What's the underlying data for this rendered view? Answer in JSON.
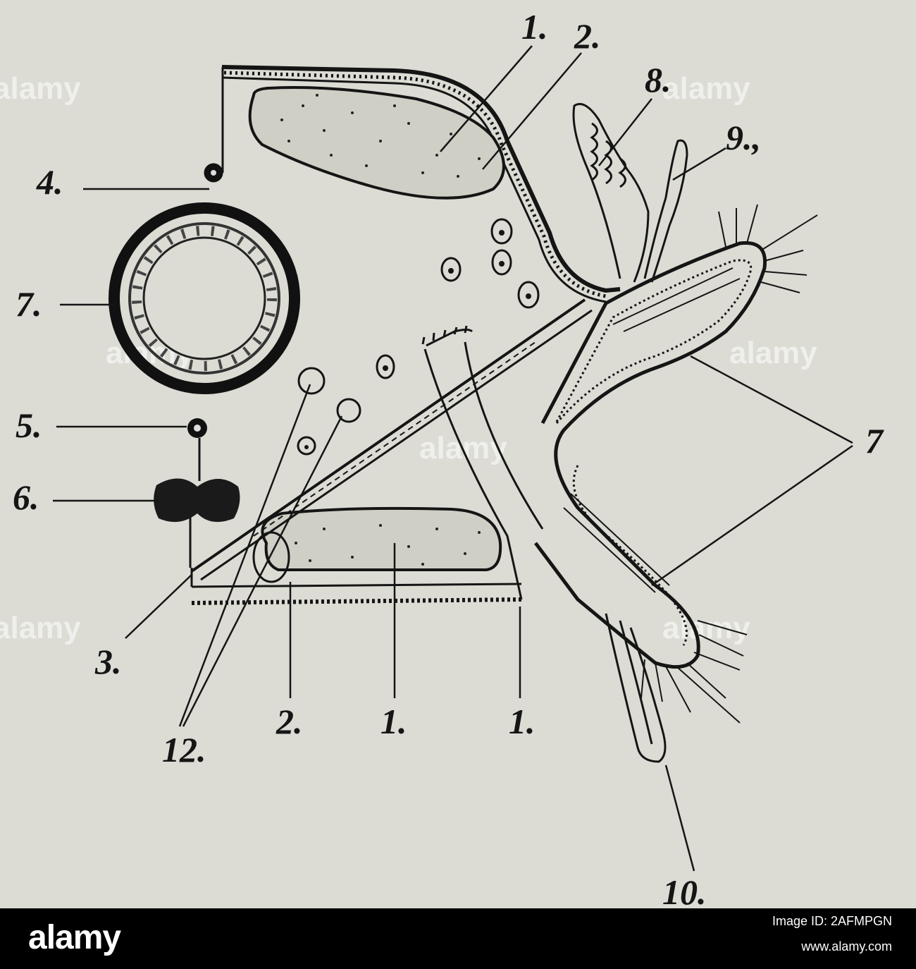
{
  "figure": {
    "labels": {
      "l1_top": "1.",
      "l2_top": "2.",
      "l8": "8.",
      "l9": "9.,",
      "l4": "4.",
      "l7_left": "7.",
      "l5": "5.",
      "l6": "6.",
      "l7_right": "7",
      "l3": "3.",
      "l2_bottom": "2.",
      "l1_bottom_a": "1.",
      "l1_bottom_b": "1.",
      "l12": "12.",
      "l10": "10."
    }
  },
  "watermark": {
    "text": "alamy"
  },
  "footer": {
    "logo": "alamy",
    "image_id": "Image ID: 2AFMPGN",
    "url": "www.alamy.com"
  },
  "colors": {
    "ink": "#151515",
    "paper": "#dcdcd5",
    "footer_bg": "#000000",
    "footer_text": "#ffffff"
  }
}
